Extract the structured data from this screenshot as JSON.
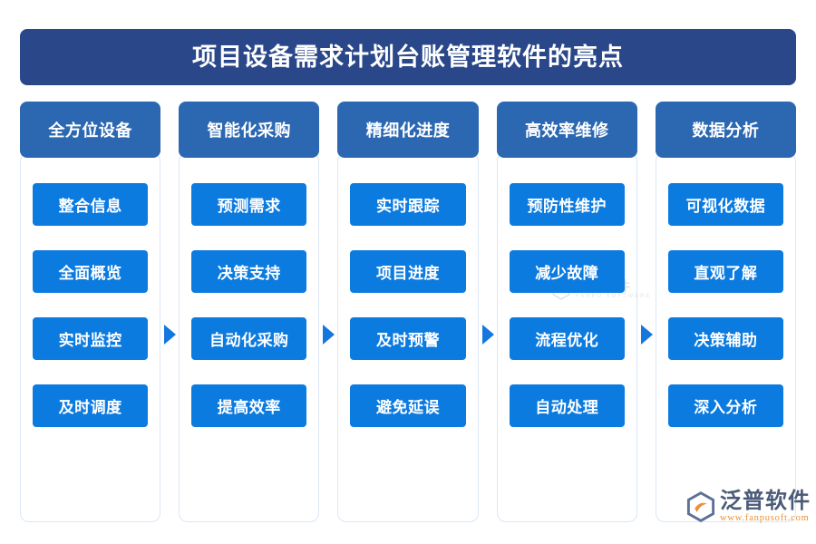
{
  "page": {
    "background_color": "#ffffff",
    "title_bar_color": "#2A4789",
    "column_header_color": "#2C68B2",
    "item_color": "#0C7BE0",
    "arrow_color": "#1577DE"
  },
  "header": {
    "title": "项目设备需求计划台账管理软件的亮点"
  },
  "columns": [
    {
      "header": "全方位设备",
      "items": [
        {
          "label": "整合信息"
        },
        {
          "label": "全面概览"
        },
        {
          "label": "实时监控"
        },
        {
          "label": "及时调度"
        }
      ]
    },
    {
      "header": "智能化采购",
      "items": [
        {
          "label": "预测需求"
        },
        {
          "label": "决策支持"
        },
        {
          "label": "自动化采购"
        },
        {
          "label": "提高效率"
        }
      ]
    },
    {
      "header": "精细化进度",
      "items": [
        {
          "label": "实时跟踪"
        },
        {
          "label": "项目进度"
        },
        {
          "label": "及时预警"
        },
        {
          "label": "避免延误"
        }
      ]
    },
    {
      "header": "高效率维修",
      "items": [
        {
          "label": "预防性维护"
        },
        {
          "label": "减少故障"
        },
        {
          "label": "流程优化"
        },
        {
          "label": "自动处理"
        }
      ]
    },
    {
      "header": "数据分析",
      "items": [
        {
          "label": "可视化数据"
        },
        {
          "label": "直观了解"
        },
        {
          "label": "决策辅助"
        },
        {
          "label": "深入分析"
        }
      ]
    }
  ],
  "watermark": {
    "text_cn": "泛普软件",
    "text_en": "FANPU SOFTWARE"
  },
  "brand": {
    "name_cn": "泛普软件",
    "url": "www.fanpusoft.com",
    "accent_color": "#E8913A"
  }
}
